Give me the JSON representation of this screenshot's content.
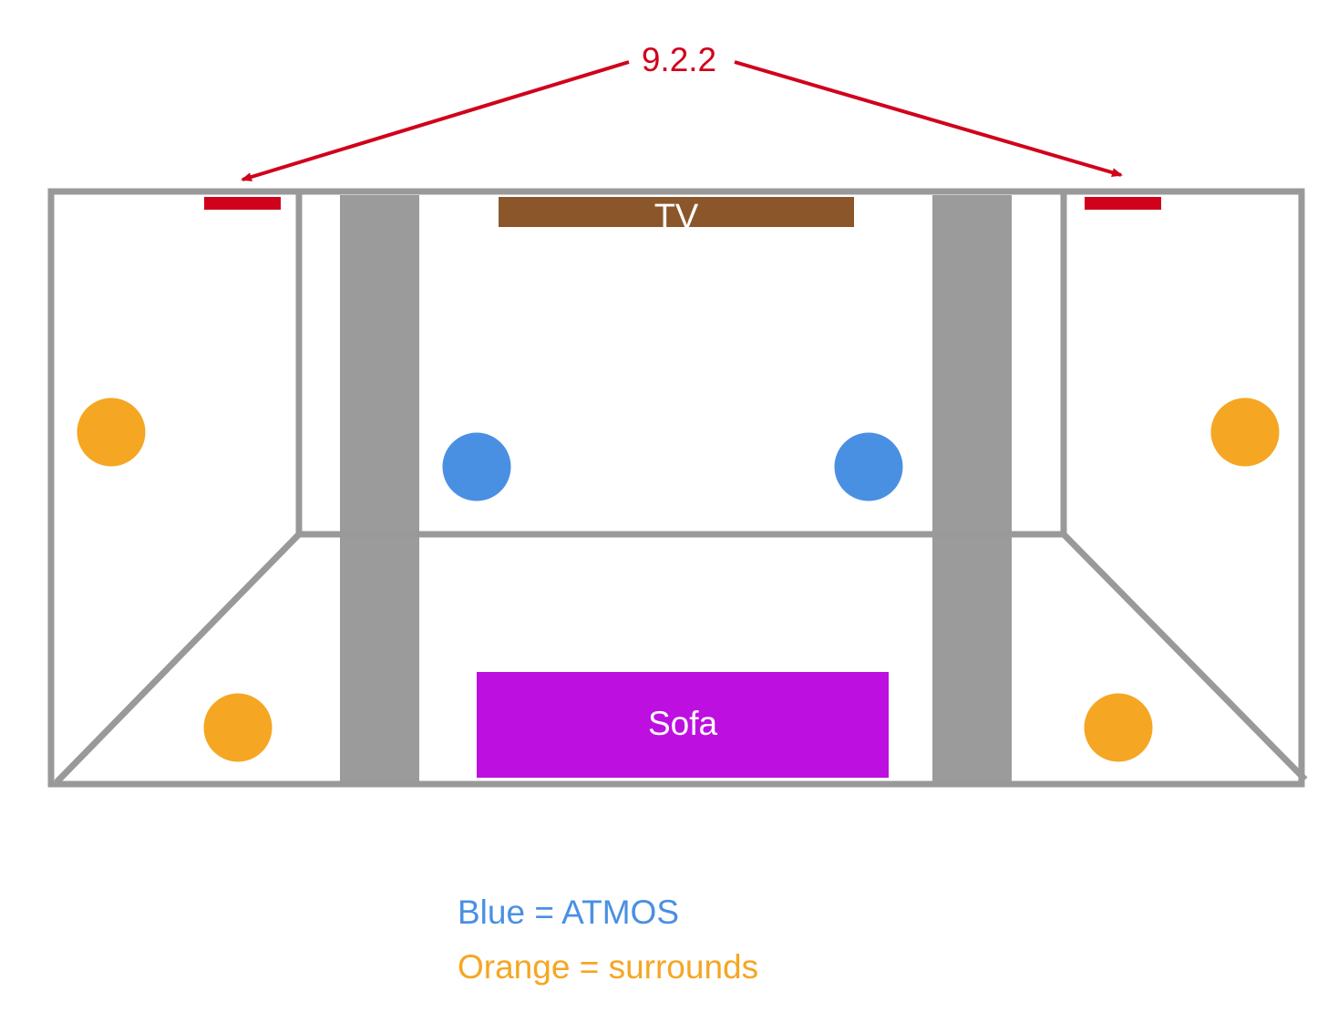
{
  "diagram": {
    "config_label": "9.2.2",
    "tv_label": "TV",
    "sofa_label": "Sofa",
    "legend": {
      "blue": "Blue = ATMOS",
      "orange": "Orange = surrounds"
    },
    "colors": {
      "walls": "#999999",
      "pillars": "#9b9b9b",
      "tv": "#8b572a",
      "sofa": "#bd10e0",
      "atmos": "#4a90e2",
      "surround": "#f5a623",
      "front_speakers": "#d0021b",
      "annotation": "#d0021b",
      "background": "#ffffff"
    }
  }
}
